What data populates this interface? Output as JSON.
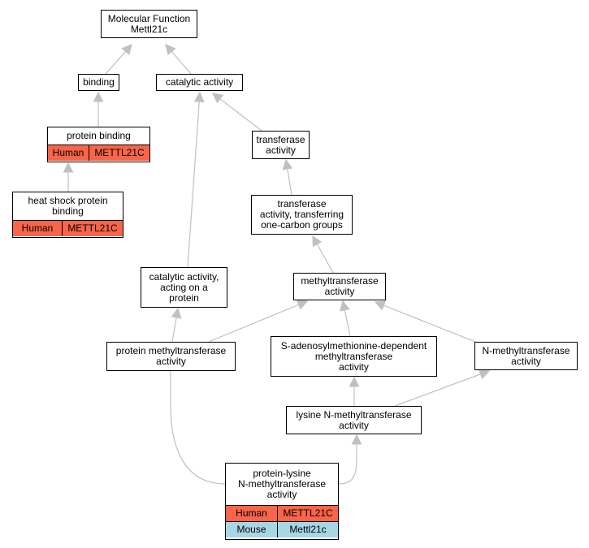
{
  "colors": {
    "edge": "#c0c0c0",
    "node_border": "#000000",
    "human": "#fa6448",
    "mouse": "#a7d6e4"
  },
  "nodes": {
    "mf": {
      "lines": [
        "Molecular Function",
        "Mettl21c"
      ]
    },
    "binding": {
      "lines": [
        "binding"
      ]
    },
    "catalytic": {
      "lines": [
        "catalytic activity"
      ]
    },
    "protein_binding": {
      "lines": [
        "protein binding"
      ],
      "annotations": [
        {
          "species": "Human",
          "gene": "METTL21C"
        }
      ]
    },
    "transferase": {
      "lines": [
        "transferase",
        "activity"
      ]
    },
    "hsp_binding": {
      "lines": [
        "heat shock protein",
        "binding"
      ],
      "annotations": [
        {
          "species": "Human",
          "gene": "METTL21C"
        }
      ]
    },
    "transferase_one_carbon": {
      "lines": [
        "transferase",
        "activity, transferring",
        "one-carbon groups"
      ]
    },
    "catalytic_protein": {
      "lines": [
        "catalytic activity,",
        "acting on a",
        "protein"
      ]
    },
    "methyltransferase": {
      "lines": [
        "methyltransferase",
        "activity"
      ]
    },
    "protein_methyl": {
      "lines": [
        "protein methyltransferase",
        "activity"
      ]
    },
    "sam_methyl": {
      "lines": [
        "S-adenosylmethionine-dependent",
        "methyltransferase",
        "activity"
      ]
    },
    "n_methyl": {
      "lines": [
        "N-methyltransferase",
        "activity"
      ]
    },
    "lysine_n_methyl": {
      "lines": [
        "lysine N-methyltransferase",
        "activity"
      ]
    },
    "protein_lysine": {
      "lines": [
        "protein-lysine",
        "N-methyltransferase",
        "activity"
      ],
      "annotations": [
        {
          "species": "Human",
          "gene": "METTL21C"
        },
        {
          "species": "Mouse",
          "gene": "Mettl21c"
        }
      ]
    }
  }
}
